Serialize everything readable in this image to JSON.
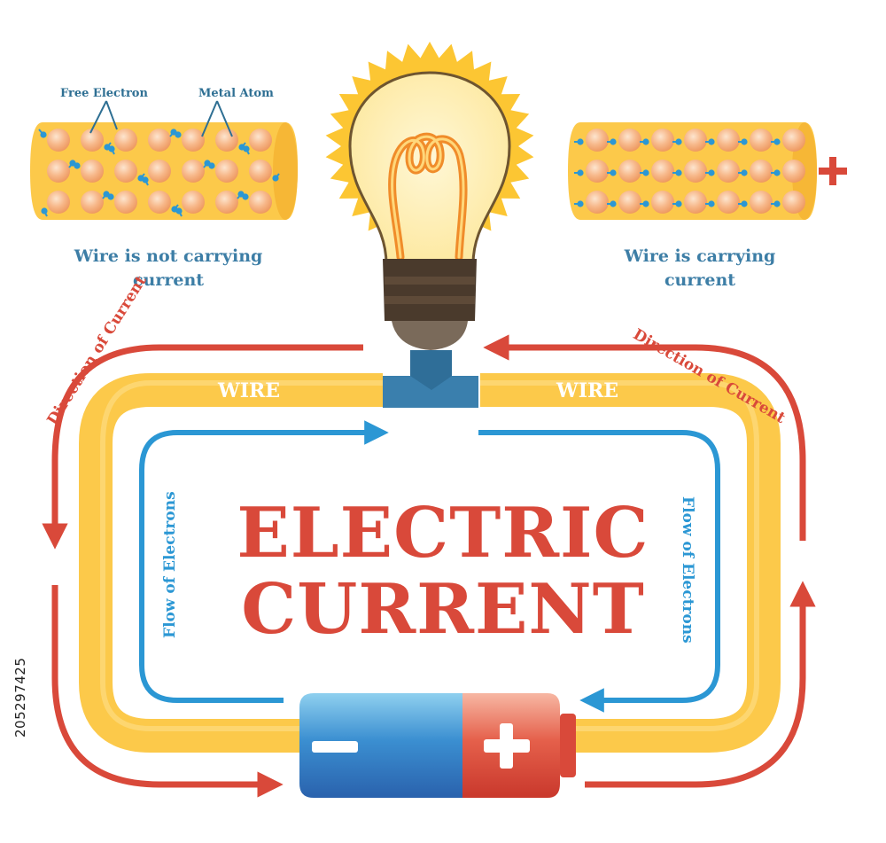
{
  "title": {
    "line1": "ELECTRIC",
    "line2": "CURRENT"
  },
  "left_panel": {
    "caption_line1": "Wire is not carrying",
    "caption_line2": "current",
    "free_electron_label": "Free Electron",
    "metal_atom_label": "Metal Atom"
  },
  "right_panel": {
    "caption_line1": "Wire is carrying",
    "caption_line2": "current",
    "plus_icon": "plus-sign-icon"
  },
  "wire": {
    "left_label": "WIRE",
    "right_label": "WIRE"
  },
  "current": {
    "left_label": "Direction of Current",
    "right_label": "Direction of Current"
  },
  "electrons": {
    "left_label": "Flow of Electrons",
    "right_label": "Flow of Electrons"
  },
  "stock_id": "205297425",
  "colors": {
    "wire_yellow": "#fcc94a",
    "current_red": "#d9493a",
    "electron_blue": "#2b97d4",
    "atom_orange": "#f5b07a",
    "battery_blue": "#2e7fc4",
    "battery_red": "#e0513f"
  }
}
